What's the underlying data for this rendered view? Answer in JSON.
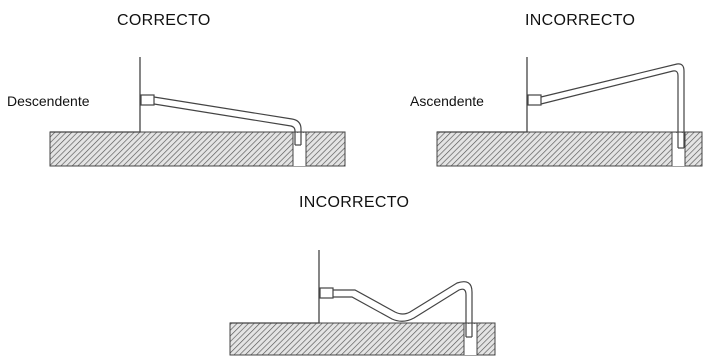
{
  "panels": [
    {
      "status": "CORRECTO",
      "slope_label": "Descendente"
    },
    {
      "status": "INCORRECTO",
      "slope_label": "Ascendente"
    },
    {
      "status": "INCORRECTO",
      "slope_label": ""
    }
  ],
  "colors": {
    "line": "#444444",
    "hatch": "#555555",
    "ground_fill": "#e4e4e4"
  }
}
